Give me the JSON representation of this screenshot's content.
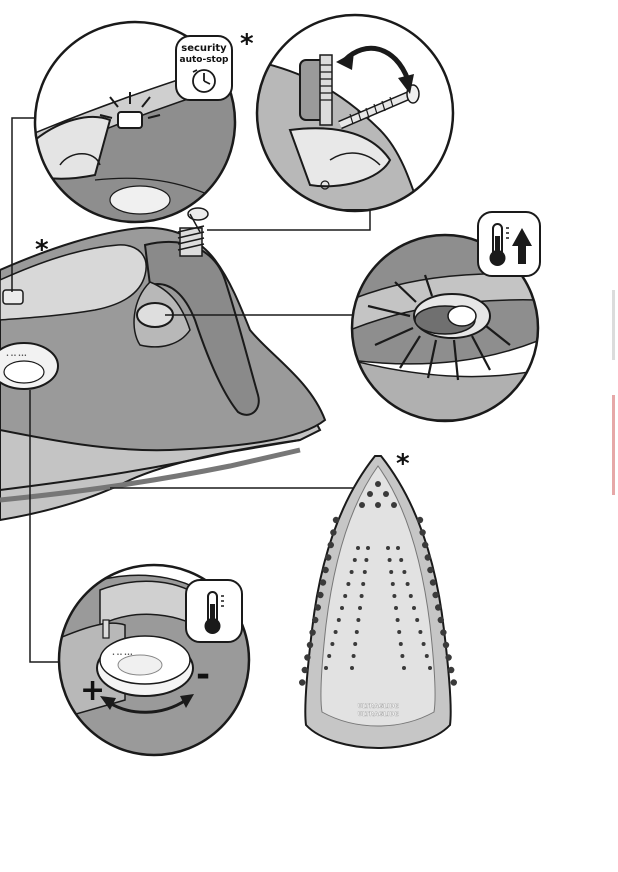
{
  "callouts": {
    "security_line1": "security",
    "security_line2": "auto-stop",
    "marker": "*"
  },
  "icons": {
    "timer": "timer-icon",
    "thermometer_up": "thermometer-up-icon",
    "thermometer": "thermometer-icon",
    "steam": "steam-icon",
    "spray": "spray-icon"
  },
  "dial_marks": {
    "plus": "+",
    "minus": "-"
  },
  "soleplate": {
    "brand_line1": "ULTRAGLIDE",
    "brand_line2": "ULTRAGLIDE"
  },
  "colors": {
    "dark_grey": "#8a8a8a",
    "mid_grey": "#b4b4b4",
    "light_grey": "#d6d6d6",
    "outline": "#1a1a1a",
    "edge_mark": "#e6a8a8"
  }
}
